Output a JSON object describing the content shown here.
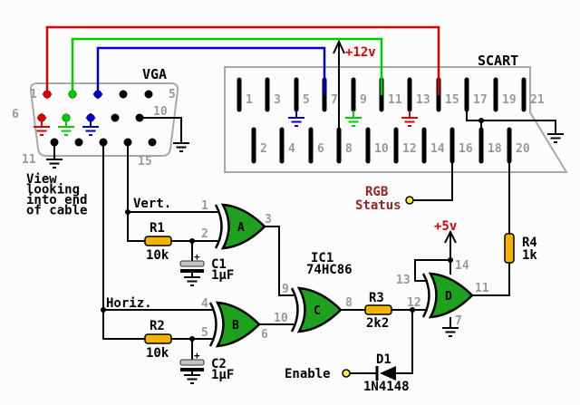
{
  "vga": {
    "title": "VGA",
    "note": [
      "View",
      "looking",
      "into end",
      "of cable"
    ],
    "pin_labels": {
      "p1": "1",
      "p5": "5",
      "p6": "6",
      "p10": "10",
      "p11": "11",
      "p15": "15"
    }
  },
  "scart": {
    "title": "SCART",
    "top_pins": [
      "1",
      "3",
      "5",
      "7",
      "9",
      "11",
      "13",
      "15",
      "17",
      "19",
      "21"
    ],
    "bottom_pins": [
      "2",
      "4",
      "6",
      "8",
      "10",
      "12",
      "14",
      "16",
      "18",
      "20"
    ]
  },
  "power": {
    "v12": "+12v",
    "v5": "+5v"
  },
  "signals": {
    "vert": "Vert.",
    "horiz": "Horiz.",
    "rgb_line1": "RGB",
    "rgb_line2": "Status",
    "enable": "Enable"
  },
  "ic": {
    "ref": "IC1",
    "part": "74HC86",
    "gates": {
      "a": "A",
      "b": "B",
      "c": "C",
      "d": "D"
    },
    "pins": {
      "a_in1": "1",
      "a_in2": "2",
      "a_out": "3",
      "b_in1": "4",
      "b_in2": "5",
      "b_out": "6",
      "c_in1": "9",
      "c_in2": "10",
      "c_out": "8",
      "d_in1": "13",
      "d_in2": "12",
      "d_out": "11",
      "vcc": "14",
      "gnd": "7"
    }
  },
  "parts": {
    "r1": {
      "ref": "R1",
      "value": "10k"
    },
    "r2": {
      "ref": "R2",
      "value": "10k"
    },
    "r3": {
      "ref": "R3",
      "value": "2k2"
    },
    "r4": {
      "ref": "R4",
      "value": "1k"
    },
    "c1": {
      "ref": "C1",
      "value": "1µF",
      "polarity": "+"
    },
    "c2": {
      "ref": "C2",
      "value": "1µF",
      "polarity": "+"
    },
    "d1": {
      "ref": "D1",
      "value": "1N4148"
    }
  },
  "colors": {
    "red_wire": "#dd0000",
    "green_wire": "#00cc00",
    "blue_wire": "#0000cc",
    "gate_fill": "#1ea11e",
    "resistor_fill": "#f0b400",
    "label_gray": "#999999",
    "outline_gray": "#a8a8a8",
    "dark_red_text": "#992222",
    "terminal_yellow": "#ffee33"
  }
}
